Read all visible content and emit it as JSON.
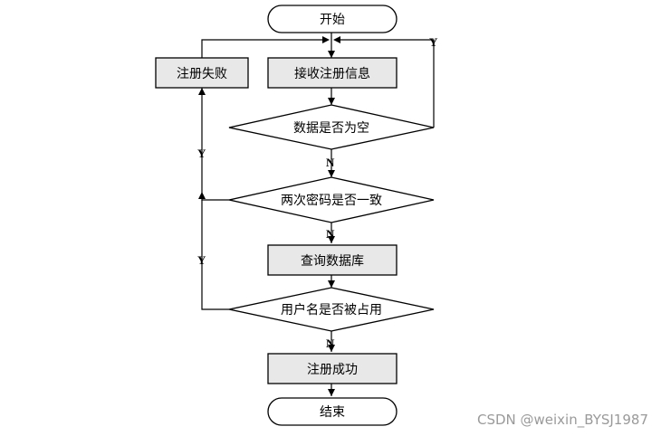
{
  "nodes": {
    "start": "开始",
    "receive": "接收注册信息",
    "fail": "注册失败",
    "check_empty": "数据是否为空",
    "check_password": "两次密码是否一致",
    "query_db": "查询数据库",
    "check_username": "用户名是否被占用",
    "success": "注册成功",
    "end": "结束"
  },
  "edge_labels": {
    "empty_yes": "Y",
    "empty_no": "N",
    "password_yes": "Y",
    "password_no": "N",
    "username_yes": "Y",
    "username_no": "N"
  },
  "watermark": "CSDN @weixin_BYSJ1987"
}
